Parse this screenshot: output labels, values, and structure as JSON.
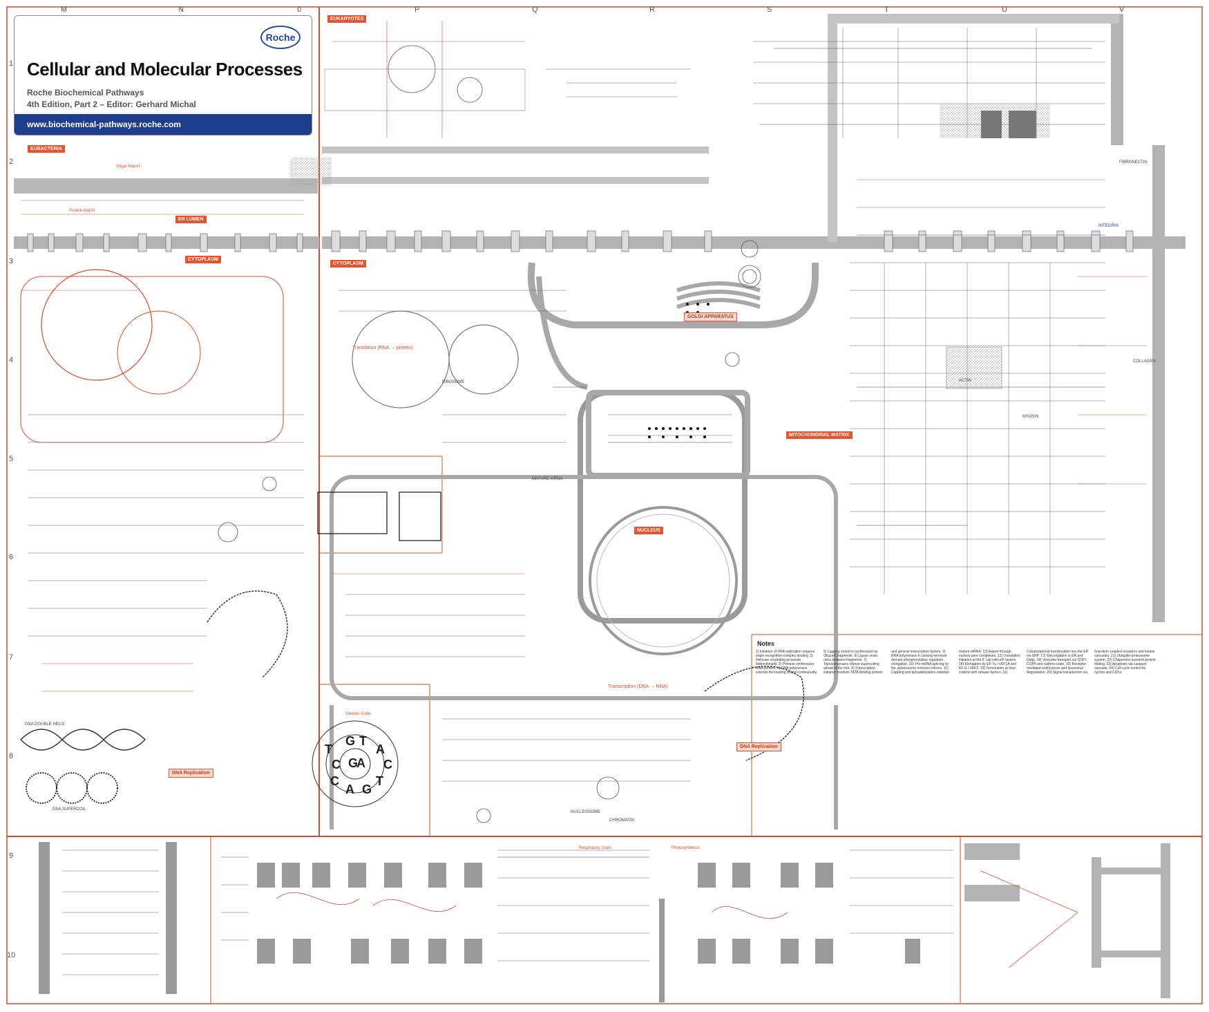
{
  "header": {
    "title": "Cellular and Molecular Processes",
    "subtitle": "Roche Biochemical Pathways",
    "edition": "4th Edition, Part 2 –  Editor: Gerhard Michal",
    "url": "www.biochemical-pathways.roche.com",
    "logo_text": "Roche"
  },
  "grid": {
    "columns": [
      "M",
      "N",
      "0",
      "P",
      "Q",
      "R",
      "S",
      "T",
      "U",
      "V"
    ],
    "rows": [
      "1",
      "2",
      "3",
      "4",
      "5",
      "6",
      "7",
      "8",
      "9",
      "10"
    ]
  },
  "region_tags": {
    "eubacteria": "EUBACTERIA",
    "eukaryotes": "EUKARYOTES",
    "cytoplasm_left": "CYTOPLASM",
    "cytoplasm_mid": "CYTOPLASM",
    "golgi": "GOLGI APPARATUS",
    "nucleus": "NUCLEUS",
    "dna_replication": "DNA Replication",
    "dna_replication_2": "DNA Replication",
    "mitochondrion": "MITOCHONDRIAL MATRIX",
    "er_lumen": "ER LUMEN"
  },
  "labels": {
    "translation": "Translation (RNA → protein)",
    "transcription": "Transcription (DNA → RNA)",
    "notes": "Notes",
    "genetic_code_title": "Genetic Code",
    "photosynthesis": "Photosynthesis",
    "respiratory_chain": "Respiratory chain",
    "protein_export": "Protein export",
    "sugar_import": "Sugar import",
    "fibronectin": "FIBRONECTIN",
    "collagen": "COLLAGEN",
    "actin": "ACTIN",
    "myosin": "MYOSIN",
    "integrin": "INTEGRIN",
    "mature_mrna": "MATURE mRNA",
    "dna_double_helix": "DNA DOUBLE HELIX",
    "dna_supercoil": "DNA SUPERCOIL",
    "ribosome": "RIBOSOME",
    "nucleosome": "NUCLEOSOME",
    "chromatin": "CHROMATIN"
  },
  "genetic_code_letters": [
    "G",
    "T",
    "A",
    "C",
    "G",
    "A",
    "C",
    "T",
    "C",
    "A",
    "G",
    "T"
  ],
  "notes_text": "1) Initiation of DNA replication requires origin recognition complex binding. 2) Helicase unwinding proceeds bidirectionally. 3) Primase synthesizes RNA primers. 4) DNA polymerase extends the leading strand continuously. 5) Lagging strand is synthesized as Okazaki fragments. 6) Ligase seals nicks between fragments. 7) Topoisomerases relieve supercoiling ahead of the fork. 8) Transcription initiation involves TATA-binding protein and general transcription factors. 9) RNA polymerase II carboxy-terminal domain phosphorylation regulates elongation. 10) Pre-mRNA splicing by the spliceosome removes introns. 11) Capping and polyadenylation stabilize mature mRNA. 12) Export through nuclear pore complexes. 13) Translation initiation at the 5' cap with eIF factors. 14) Elongation by EF-Tu / eEF1A and EF-G / eEF2. 15) Termination at stop codons with release factors. 16) Cotranslational translocation into the ER via SRP. 17) Glycosylation in ER and Golgi. 18) Vesicular transport via COPI, COPII and clathrin coats. 19) Receptor-mediated endocytosis and lysosomal degradation. 20) Signal transduction via G-protein coupled receptors and kinase cascades. 21) Ubiquitin-proteasome system. 22) Chaperone-assisted protein folding. 23) Apoptosis via caspase cascade. 24) Cell cycle control by cyclins and CDKs."
}
